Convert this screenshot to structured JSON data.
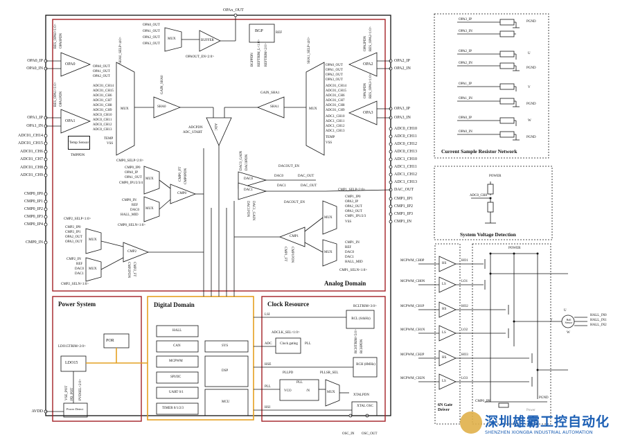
{
  "top_pin": "OPAx_OUT",
  "domains": {
    "analog": "Analog Domain",
    "power": "Power System",
    "digital": "Digital Domain",
    "clock": "Clock Resource"
  },
  "left_pins": [
    "OPA0_IP",
    "OPA0_IN",
    "OPA1_IP",
    "OPA1_IN",
    "ADC01_CH14",
    "ADC01_CH15",
    "ADC01_CH6",
    "ADC01_CH7",
    "ADC01_CH8",
    "ADC01_CH9",
    "CMP0_IP0",
    "CMP0_IP1",
    "CMP0_IP2",
    "CMP0_IP3",
    "CMP0_IP4",
    "CMP0_IN",
    "AVDD"
  ],
  "right_pins": [
    "OPA2_IP",
    "OPA2_IN",
    "OPA3_IP",
    "OPA3_IN",
    "ADC0_CH10",
    "ADC0_CH11",
    "ADC0_CH12",
    "ADC0_CH13",
    "ADC1_CH10",
    "ADC1_CH11",
    "ADC1_CH12",
    "ADC1_CH13",
    "DAC_OUT",
    "CMP1_IP1",
    "CMP1_IP2",
    "CMP1_IP3",
    "CMP1_IN"
  ],
  "bottom_pins": [
    "OSC_IN",
    "OSC_OUT"
  ],
  "opa": {
    "opa0": "OPA0",
    "opa1": "OPA1",
    "opa2": "OPA2",
    "opa3": "OPA3",
    "res0": "RES_OPA0<1:0>",
    "pdn0": "OPA0PDN",
    "res1": "RES_OPA1<1:0>",
    "pdn1": "OPA1PDN",
    "res2": "RES_OPA2<1:0>",
    "pdn2": "OPA2PDN",
    "res3": "RES_OPA3<1:0>",
    "pdn3": "OPA3PDN"
  },
  "mux_top": {
    "label": "MUX",
    "buffer": "BUFFER",
    "en": "OPAOUT_EN<2:0>",
    "inputs": [
      "OPA0_OUT",
      "OPA1_OUT",
      "OPA2_OUT",
      "OPA3_OUT"
    ]
  },
  "bgp": {
    "label": "BGP",
    "ref": "REF",
    "pins": [
      "BGPPDN",
      "REFTRIM_L<1:0>",
      "REFTRIM<2:0>"
    ]
  },
  "mux_left": {
    "label": "MUX",
    "sel": "SHA0_SELP<4:0>",
    "inputs": [
      "OPA0_OUT",
      "OPA1_OUT",
      "OPA2_OUT",
      "ADC01_CH14",
      "ADC01_CH15",
      "ADC01_CH6",
      "ADC01_CH7",
      "ADC01_CH8",
      "ADC01_CH9",
      "ADC0_CH10",
      "ADC0_CH11",
      "ADC0_CH12",
      "ADC0_CH13",
      "TEMP",
      "VSS"
    ]
  },
  "mux_right": {
    "label": "MUX",
    "sel": "SHA1_SELP<4:0>",
    "inputs": [
      "OPA0_OUT",
      "OPA1_OUT",
      "OPA2_OUT",
      "OPA3_OUT",
      "ADC01_CH14",
      "ADC01_CH15",
      "ADC01_CH6",
      "ADC01_CH7",
      "ADC01_CH8",
      "ADC01_CH9",
      "ADC1_CH10",
      "ADC1_CH11",
      "ADC1_CH12",
      "ADC1_CH13",
      "TEMP",
      "VSS"
    ]
  },
  "temp": {
    "label": "Temp Sensor",
    "pdn": "TMPPDN"
  },
  "sha": {
    "sha0": "SHA0",
    "sha1": "SHA1",
    "gain0": "GAIN_SHA0",
    "gain1": "GAIN_SHA1"
  },
  "adc": {
    "label": "ADC",
    "pdn": "ADCPDN",
    "start": "ADC_START"
  },
  "dac": {
    "dac0": "DAC0",
    "dac1": "DAC1",
    "gain": "DAC0_GAIN",
    "pdn0": "DAC0PDN",
    "pdn1": "DAC1PDN",
    "gain1": "DAC1_GAIN",
    "out_en": "DACOUT_EN",
    "out": "DAC_OUT",
    "out2": "DAC_OUT",
    "out_en2": "DACOUT_EN",
    "d0": "DAC0",
    "d1": "DAC1"
  },
  "cmp0": {
    "label": "CMP0",
    "selp": "CMP0_SELP<2:0>",
    "seln": "CMP0_SELN<1:0>",
    "ft": "CMP0_FT",
    "pdn": "CMP0PDN",
    "mux": "MUX",
    "inputs_p": [
      "CMP0_IP0",
      "OPA0_IP",
      "OPA1_OUT",
      "CMP0_IP1/2/3/4"
    ],
    "inputs_n": [
      "CMP0_IN",
      "REF",
      "DAC0",
      "HALL_MID"
    ]
  },
  "cmp1": {
    "label": "CMP1",
    "selp": "CMP1_SELP<2:0>",
    "seln": "CMP1_SELN<1:0>",
    "ft": "CMP1_FT",
    "pdn": "CMP1PDN",
    "mux": "MUX",
    "inputs_p": [
      "CMP1_IP0",
      "OPA3_IP",
      "OPA2_OUT",
      "OPA3_OUT",
      "CMP1_IP1/2/3",
      "VSS"
    ],
    "inputs_n": [
      "CMP1_IN",
      "REF",
      "DAC0",
      "DAC1",
      "HALL_MID"
    ]
  },
  "cmp2": {
    "label": "CMP2",
    "selp": "CMP2_SELP<1:0>",
    "seln": "CMP2_SELN<1:0>",
    "ft": "CMP2_FT",
    "pdn": "CMP2PDN",
    "mux": "MUX",
    "inputs_p": [
      "CMP2_IP0",
      "CMP2_IP1",
      "OPA2_OUT",
      "OPA3_OUT"
    ],
    "inputs_n": [
      "CMP2_IN",
      "REF",
      "DAC0",
      "DAC1"
    ]
  },
  "power": {
    "por": "POR",
    "ldo": "LDO15",
    "trim": "LDO15TRIM<2:0>",
    "detect": "Power Detect",
    "pins": [
      "VSE_POT",
      "PD_POT",
      "PVDSEL<2:0>"
    ]
  },
  "digital": {
    "blocks": [
      "HALL",
      "CAN",
      "MCPWM",
      "SPI/IIC",
      "UART 0/1",
      "TIMER 0/1/2/3"
    ],
    "sys": "SYS",
    "dsp": "DSP",
    "mcu": "MCU"
  },
  "clock": {
    "rcl_trim": "RCLTRIM<3:0>",
    "rcl": "RCL (64kHz)",
    "lsi": "LSI",
    "adc_sel": "ADCLK_SEL<1:0>",
    "gating": "Clock gating",
    "adc": "ADC",
    "pll": "PLL",
    "rch_trim": "RCHTRIM<5:0>",
    "rch_pdn": "RCHPDN",
    "rch": "RCH (8MHz)",
    "hse": "HSE",
    "pllpd": "PLLPD",
    "pll_label": "PLL",
    "pllsr": "PLLSR_SEL",
    "mux": "MUX",
    "pll2": "PLL",
    "xtal_pdn": "XTALPDN",
    "xtal": "XTAL OSC",
    "hsi": "HSI",
    "vco": "VCO",
    "div": "/N"
  },
  "csrn": {
    "title": "Current Sample Resistor Network",
    "rows": [
      [
        "OPA3_IP",
        "PGND"
      ],
      [
        "OPA3_IN",
        ""
      ],
      [
        "OPA2_IP",
        "U"
      ],
      [
        "OPA2_IN",
        "PGND"
      ],
      [
        "OPA1_IP",
        "V"
      ],
      [
        "OPA1_IN",
        "PGND"
      ],
      [
        "OPA0_IP",
        "W"
      ],
      [
        "OPA0_IN",
        "PGND"
      ]
    ]
  },
  "svd": {
    "title": "System Voltage Detection",
    "power": "POWER",
    "ch": "ADC0_CH8"
  },
  "driver": {
    "inputs": [
      "MCPWM_CH0P",
      "MCPWM_CH0N",
      "MCPWM_CH1P",
      "MCPWM_CH1N",
      "MCPWM_CH2P",
      "MCPWM_CH2N"
    ],
    "types": [
      "HS",
      "LS",
      "HS",
      "LS",
      "HS",
      "LS"
    ],
    "outs": [
      "HO1",
      "LO1",
      "HO2",
      "LO2",
      "HO3",
      "LO3"
    ],
    "power": "POWER",
    "pgnd": "PGND",
    "u": "U",
    "v": "V",
    "w": "W",
    "hall": "Hall Sensor",
    "hall_pins": [
      "HALL_IN0",
      "HALL_IN1",
      "HALL_IN2"
    ],
    "cmp": "CMP0_IP0",
    "label": "6N Gate Driver",
    "power2": "Power"
  },
  "watermark": {
    "cn": "深圳雄霸工控自动化",
    "en": "SHENZHEN XIONGBA INDUSTRIAL AUTOMATION"
  }
}
